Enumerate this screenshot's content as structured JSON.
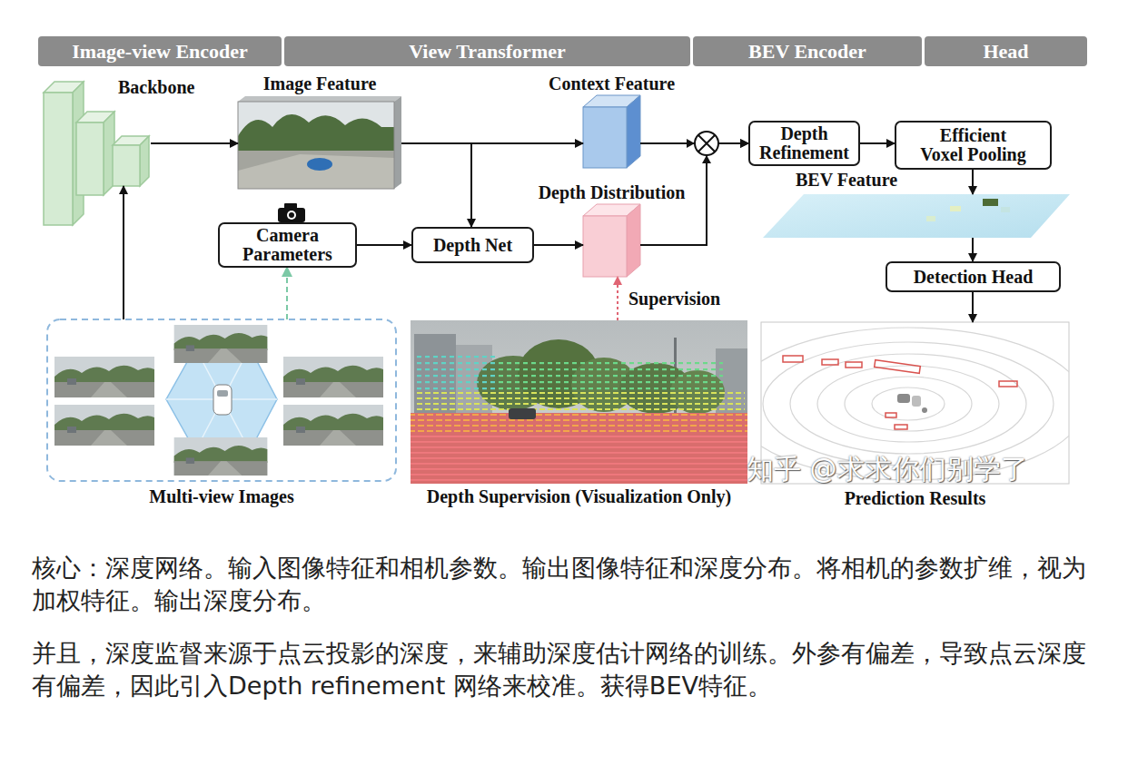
{
  "diagram": {
    "nodes": [
      {
        "text": [
          "Image-view Encoder"
        ]
      },
      {
        "text": [
          "View Transformer"
        ]
      },
      {
        "text": [
          "BEV Encoder"
        ]
      },
      {
        "text": [
          "Head"
        ]
      },
      {
        "text": [
          "Backbone"
        ]
      },
      {
        "text": [
          "Image Feature"
        ]
      },
      {
        "text": [
          "Context Feature"
        ]
      },
      {
        "text": [
          "Depth Refinement"
        ]
      },
      {
        "text": [
          "Efficient Voxel Pooling"
        ]
      },
      {
        "text": [
          "Camera Parameters"
        ]
      },
      {
        "text": [
          "Depth Net"
        ]
      },
      {
        "text": [
          "Depth Distribution"
        ]
      },
      {
        "text": [
          "BEV Feature"
        ]
      },
      {
        "text": [
          "Detection Head"
        ]
      },
      {
        "text": [
          "Multi-view Images"
        ]
      },
      {
        "text": [
          "Depth Supervision (Visualization Only)"
        ]
      },
      {
        "text": [
          "Prediction Results"
        ]
      }
    ],
    "edges": [
      {
        "from": 14,
        "to": 4,
        "arrow": "to"
      },
      {
        "from": 14,
        "to": 9,
        "arrow": "to"
      },
      {
        "from": 4,
        "to": 5,
        "arrow": "to"
      },
      {
        "from": 5,
        "to": 6,
        "arrow": "to"
      },
      {
        "from": 5,
        "to": 10,
        "arrow": "to"
      },
      {
        "from": 9,
        "to": 10,
        "arrow": "to"
      },
      {
        "from": 10,
        "to": 11,
        "arrow": "to"
      },
      {
        "from": 15,
        "to": 11,
        "label": "Supervision",
        "arrow": "to"
      },
      {
        "from": 6,
        "to": 7,
        "arrow": "to"
      },
      {
        "from": 11,
        "to": 7,
        "arrow": "to"
      },
      {
        "from": 7,
        "to": 8,
        "arrow": "to"
      },
      {
        "from": 8,
        "to": 12,
        "arrow": "to"
      },
      {
        "from": 12,
        "to": 13,
        "arrow": "to"
      },
      {
        "from": 13,
        "to": 16,
        "arrow": "to"
      }
    ],
    "labels": [
      "知乎 @求求你们别学了",
      "核心：深度网络。输入图像特征和相机参数。输出图像特征和深度分布。将相机的参数扩维，视为加权特征。输出深度分布。",
      "并且，深度监督来源于点云投影的深度，来辅助深度估计网络的训练。外参有偏差，导致点云深度有偏差，因此引入Depth refinement 网络来校准。获得BEV特征。"
    ]
  }
}
